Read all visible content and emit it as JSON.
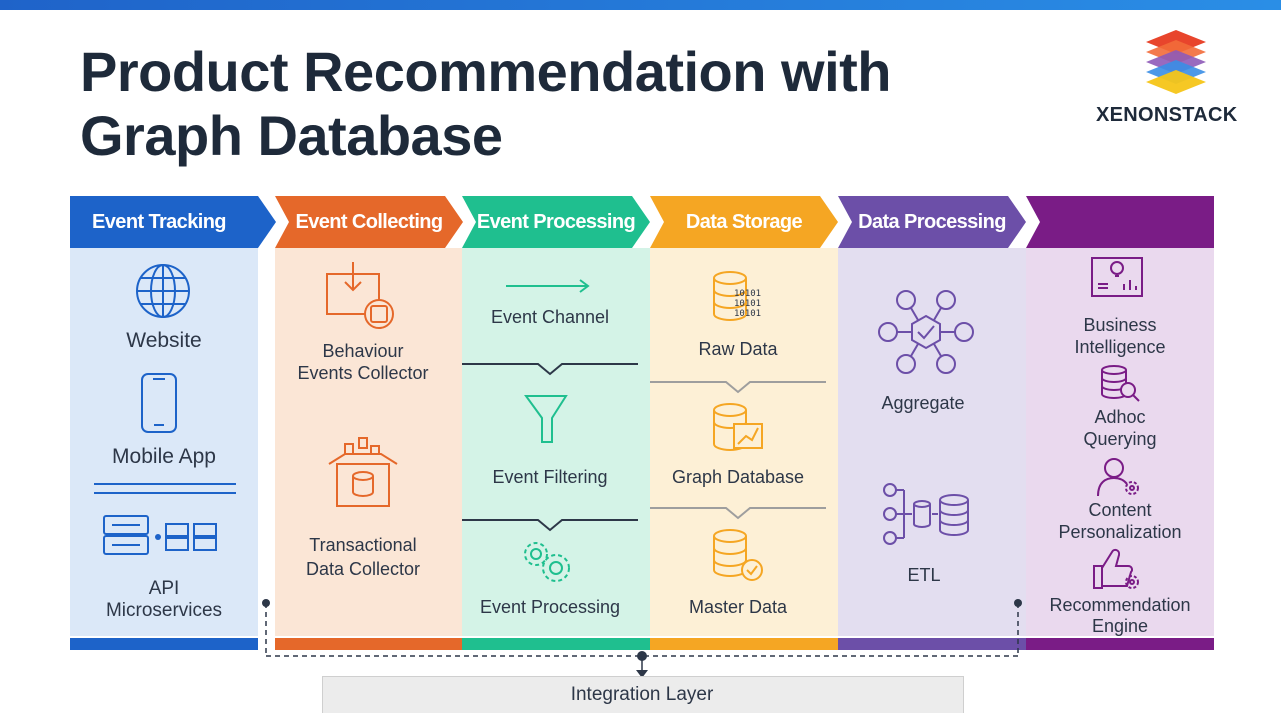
{
  "title": {
    "line1": "Product Recommendation with",
    "line2": "Graph Database"
  },
  "logo": {
    "text": "XENONSTACK"
  },
  "columns": [
    {
      "header": "Event Tracking",
      "color": "#1d63c9",
      "items": [
        "Website",
        "Mobile App",
        "API",
        "Microservices"
      ]
    },
    {
      "header": "Event Collecting",
      "color": "#e5682a",
      "items": [
        "Behaviour",
        "Events Collector",
        "Transactional",
        "Data Collector"
      ]
    },
    {
      "header": "Event Processing",
      "color": "#1fbf8f",
      "items": [
        "Event Channel",
        "Event Filtering",
        "Event Processing"
      ]
    },
    {
      "header": "Data Storage",
      "color": "#f5a623",
      "items": [
        "Raw Data",
        "Graph Database",
        "Master Data"
      ]
    },
    {
      "header": "Data Processing",
      "color": "#6c4fa8",
      "items": [
        "Aggregate",
        "ETL"
      ]
    },
    {
      "header": "",
      "color": "#7a1c86",
      "items": [
        "Business",
        "Intelligence",
        "Adhoc",
        "Querying",
        "Content",
        "Personalization",
        "Recommendation",
        "Engine"
      ]
    }
  ],
  "integration": {
    "label": "Integration Layer"
  }
}
